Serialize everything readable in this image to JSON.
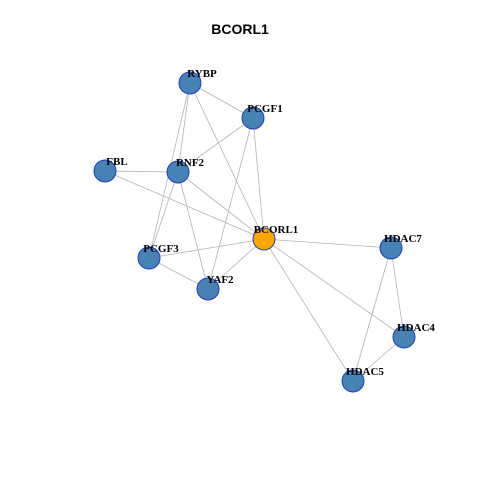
{
  "title": "BCORL1",
  "colors": {
    "node_fill": "#4682b4",
    "center_fill": "#ffa500",
    "node_stroke": "#1f3fbf",
    "edge": "#b3b3b3"
  },
  "nodes": [
    {
      "id": "RYBP",
      "label": "RYBP",
      "center": false
    },
    {
      "id": "PCGF1",
      "label": "PCGF1",
      "center": false
    },
    {
      "id": "FBL",
      "label": "FBL",
      "center": false
    },
    {
      "id": "RNF2",
      "label": "RNF2",
      "center": false
    },
    {
      "id": "BCORL1",
      "label": "BCORL1",
      "center": true
    },
    {
      "id": "HDAC7",
      "label": "HDAC7",
      "center": false
    },
    {
      "id": "PCGF3",
      "label": "PCGF3",
      "center": false
    },
    {
      "id": "YAF2",
      "label": "YAF2",
      "center": false
    },
    {
      "id": "HDAC4",
      "label": "HDAC4",
      "center": false
    },
    {
      "id": "HDAC5",
      "label": "HDAC5",
      "center": false
    }
  ],
  "edges": [
    [
      "RYBP",
      "PCGF1"
    ],
    [
      "RYBP",
      "RNF2"
    ],
    [
      "RYBP",
      "PCGF3"
    ],
    [
      "RYBP",
      "BCORL1"
    ],
    [
      "PCGF1",
      "RNF2"
    ],
    [
      "PCGF1",
      "YAF2"
    ],
    [
      "PCGF1",
      "BCORL1"
    ],
    [
      "FBL",
      "RNF2"
    ],
    [
      "FBL",
      "BCORL1"
    ],
    [
      "RNF2",
      "PCGF3"
    ],
    [
      "RNF2",
      "YAF2"
    ],
    [
      "RNF2",
      "BCORL1"
    ],
    [
      "PCGF3",
      "BCORL1"
    ],
    [
      "PCGF3",
      "YAF2"
    ],
    [
      "YAF2",
      "BCORL1"
    ],
    [
      "BCORL1",
      "HDAC7"
    ],
    [
      "BCORL1",
      "HDAC4"
    ],
    [
      "BCORL1",
      "HDAC5"
    ],
    [
      "HDAC7",
      "HDAC4"
    ],
    [
      "HDAC7",
      "HDAC5"
    ],
    [
      "HDAC4",
      "HDAC5"
    ]
  ]
}
